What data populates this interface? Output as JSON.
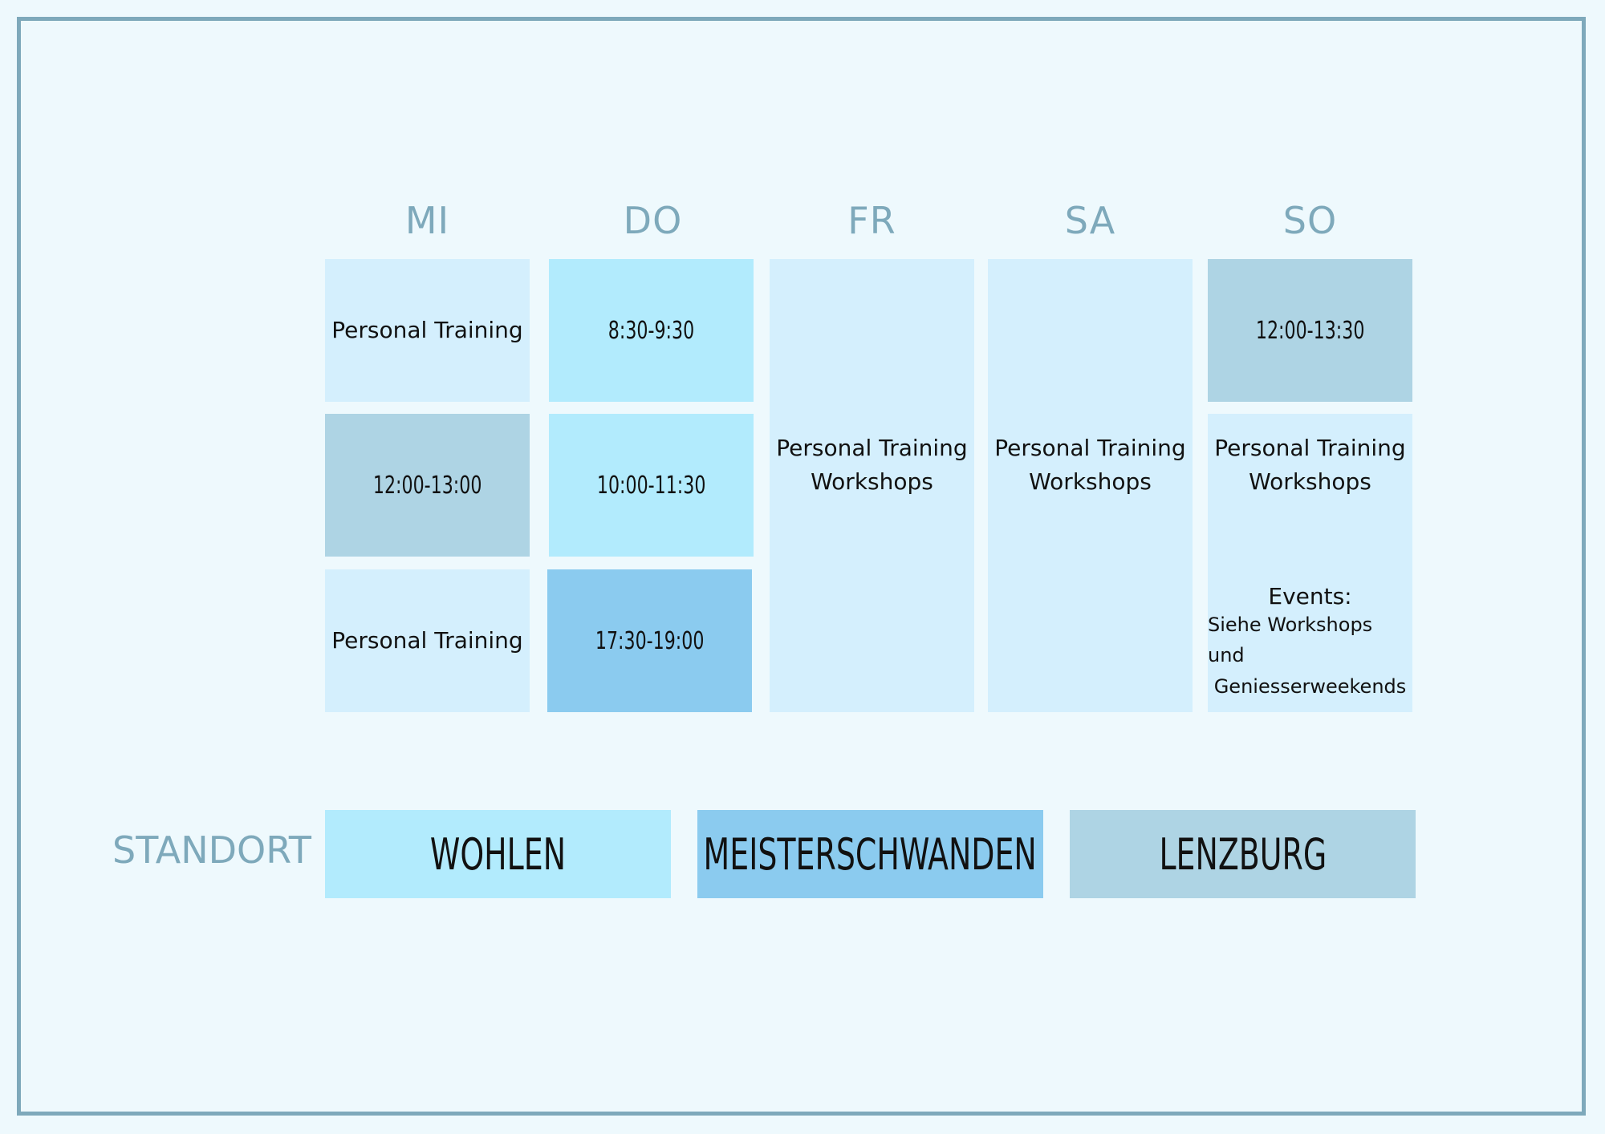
{
  "days": [
    "MI",
    "DO",
    "FR",
    "SA",
    "SO"
  ],
  "schedule": {
    "mi": [
      "Personal Training",
      "12:00-13:00",
      "Personal Training"
    ],
    "do": [
      "8:30-9:30",
      "10:00-11:30",
      "17:30-19:00"
    ],
    "fr": [
      "Personal Training",
      "Workshops"
    ],
    "sa": [
      "Personal Training",
      "Workshops"
    ],
    "so": {
      "top": "12:00-13:30",
      "main": [
        "Personal Training",
        "Workshops"
      ],
      "events_title": "Events:",
      "events_lines": [
        "Siehe Workshops und",
        "Geniesserweekends"
      ]
    }
  },
  "standort": {
    "label": "STANDORT",
    "locations": [
      "WOHLEN",
      "MEISTERSCHWANDEN",
      "LENZBURG"
    ]
  },
  "colors": {
    "background": "#eef9fd",
    "frame": "#7ea9bb",
    "header_text": "#7ea9bb",
    "light": "#d4effd",
    "wohlen": "#b2ebfd",
    "lenzburg": "#aed4e4",
    "meisterschwanden": "#8bcbef"
  }
}
